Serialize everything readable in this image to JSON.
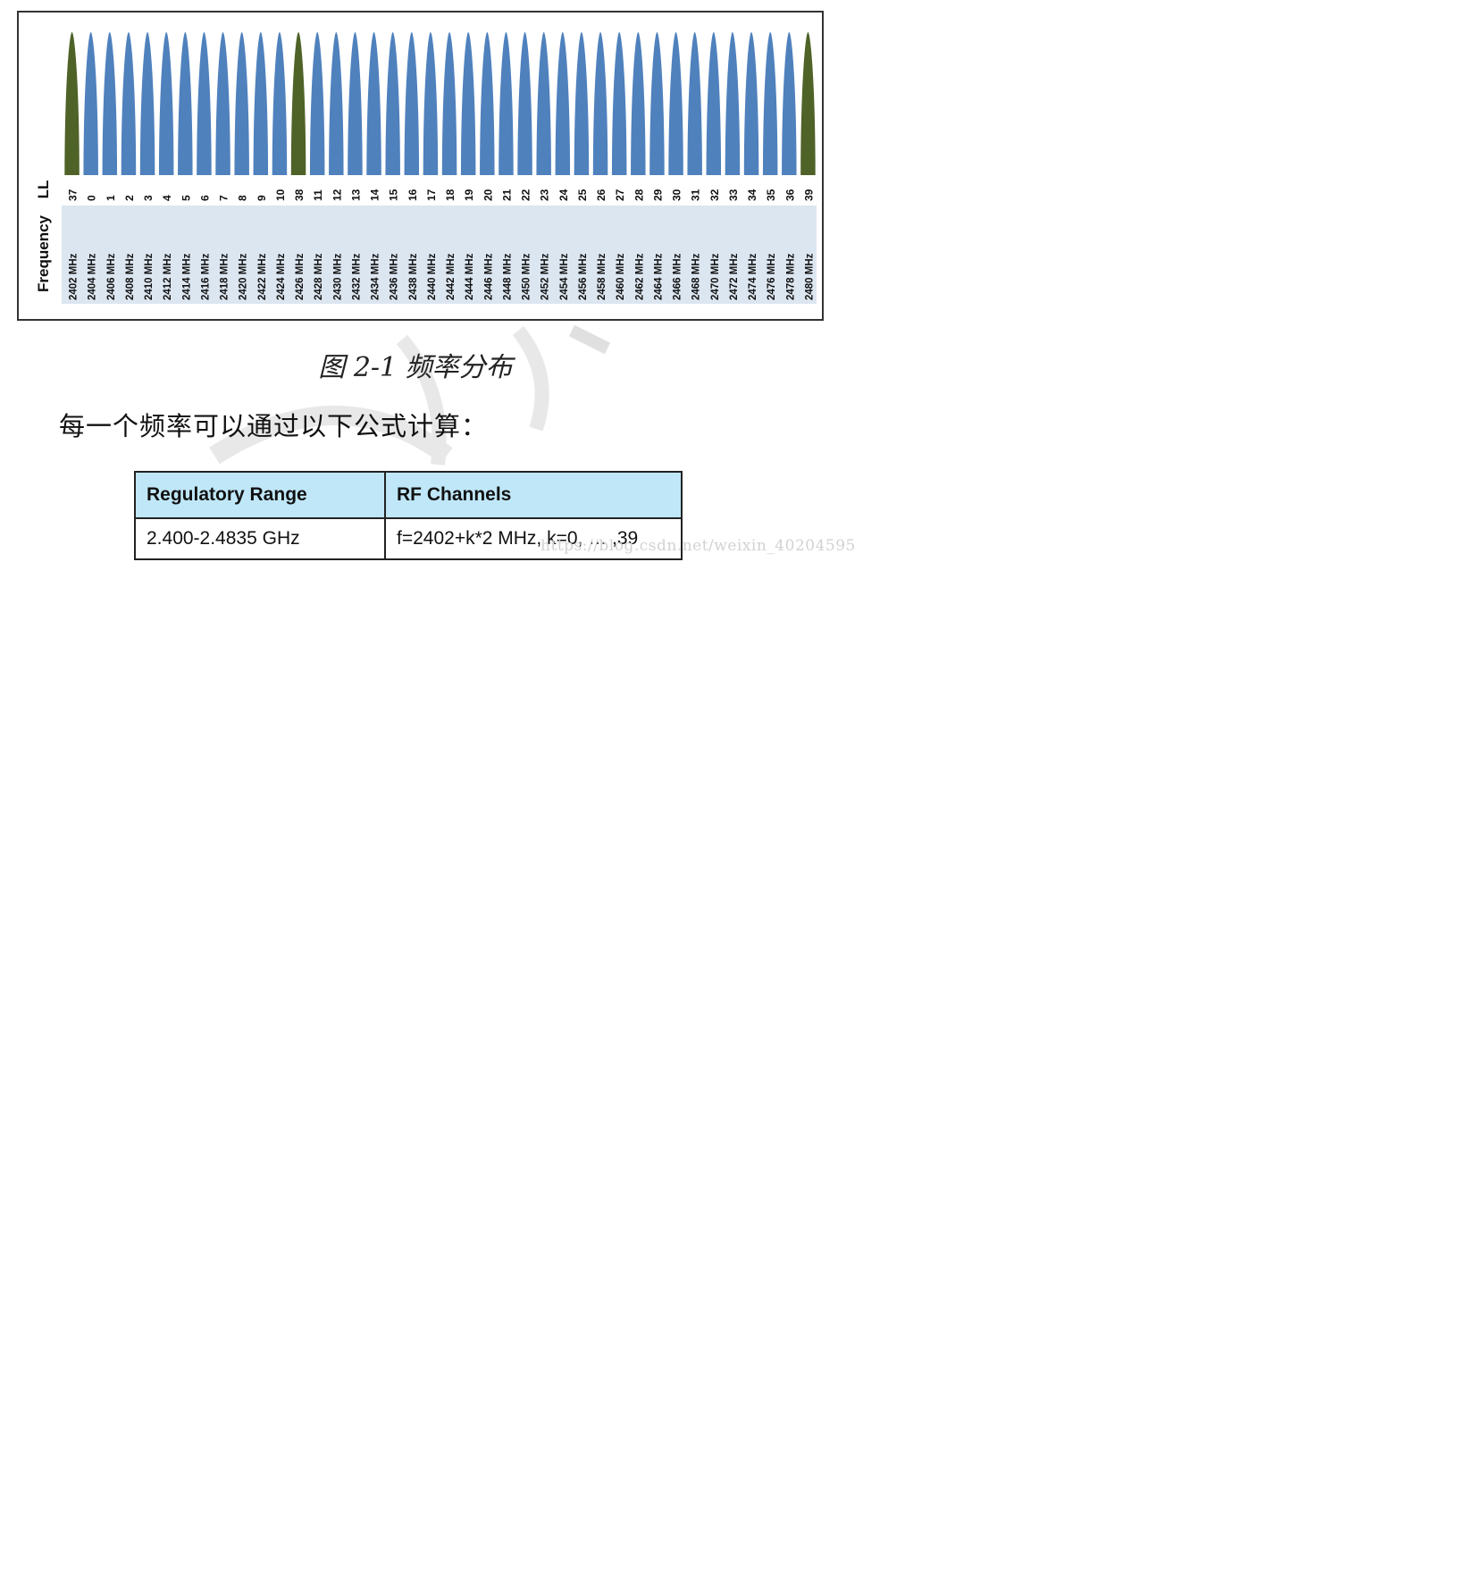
{
  "figure": {
    "axis_labels": {
      "frequency": "Frequency",
      "ll": "LL"
    },
    "colors": {
      "data_channel": "#4f81bd",
      "advertising_channel": "#4f6228",
      "label_band": "#dce6f1"
    }
  },
  "chart_data": {
    "type": "bar",
    "ylabel": "Frequency",
    "xlabel": "LL",
    "frequencies": [
      "2402 MHz",
      "2404 MHz",
      "2406 MHz",
      "2408 MHz",
      "2410 MHz",
      "2412 MHz",
      "2414 MHz",
      "2416 MHz",
      "2418 MHz",
      "2420 MHz",
      "2422 MHz",
      "2424 MHz",
      "2426 MHz",
      "2428 MHz",
      "2430 MHz",
      "2432 MHz",
      "2434 MHz",
      "2436 MHz",
      "2438 MHz",
      "2440 MHz",
      "2442 MHz",
      "2444 MHz",
      "2446 MHz",
      "2448 MHz",
      "2450 MHz",
      "2452 MHz",
      "2454 MHz",
      "2456 MHz",
      "2458 MHz",
      "2460 MHz",
      "2462 MHz",
      "2464 MHz",
      "2466 MHz",
      "2468 MHz",
      "2470 MHz",
      "2472 MHz",
      "2474 MHz",
      "2476 MHz",
      "2478 MHz",
      "2480 MHz"
    ],
    "channels": [
      "37",
      "0",
      "1",
      "2",
      "3",
      "4",
      "5",
      "6",
      "7",
      "8",
      "9",
      "10",
      "38",
      "11",
      "12",
      "13",
      "14",
      "15",
      "16",
      "17",
      "18",
      "19",
      "20",
      "21",
      "22",
      "23",
      "24",
      "25",
      "26",
      "27",
      "28",
      "29",
      "30",
      "31",
      "32",
      "33",
      "34",
      "35",
      "36",
      "39"
    ],
    "advertising_channels": [
      "37",
      "38",
      "39"
    ]
  },
  "caption": "图 2-1  频率分布",
  "body_text": "每一个频率可以通过以下公式计算：",
  "table": {
    "headers": [
      "Regulatory Range",
      "RF Channels"
    ],
    "row": [
      "2.400-2.4835 GHz",
      "f=2402+k*2 MHz, k=0, … ,39"
    ]
  },
  "watermark": "https://blog.csdn.net/weixin_40204595"
}
